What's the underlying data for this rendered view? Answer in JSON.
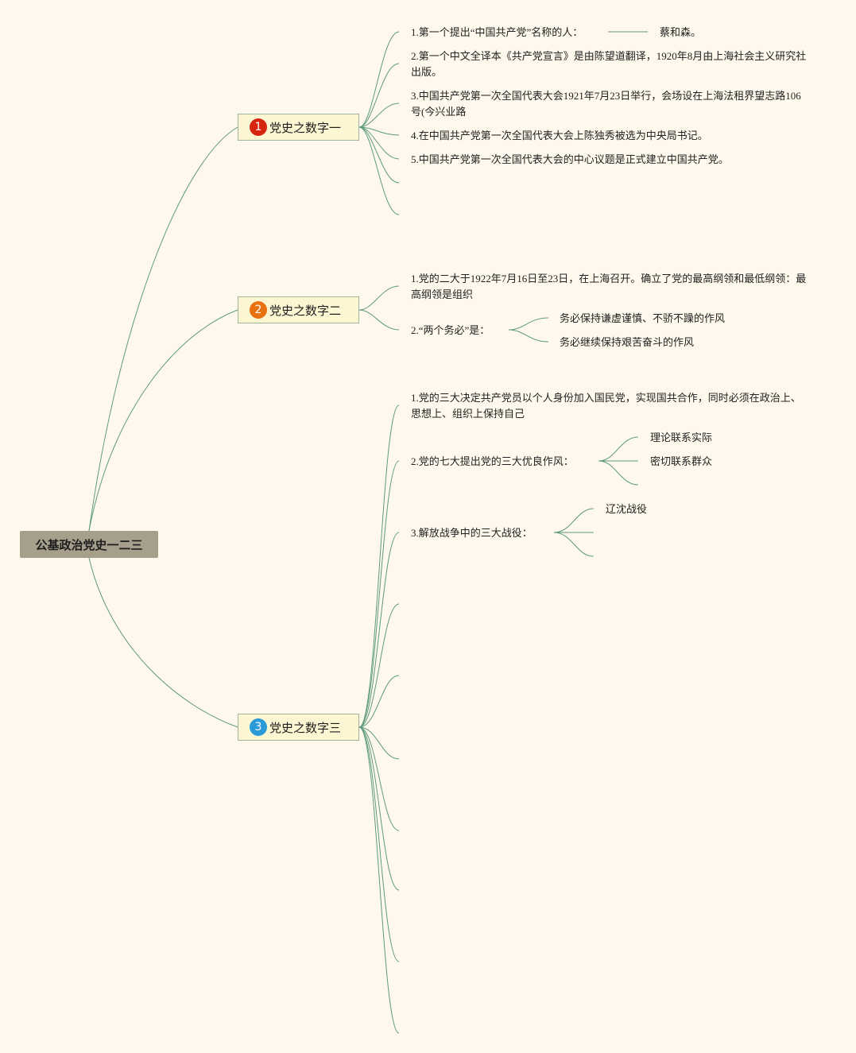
{
  "root": "公基政治党史一二三",
  "topics": [
    {
      "badge": "1",
      "label": "党史之数字一",
      "items": [
        "1.第一个提出“中国共产党”名称的人：",
        "2.第一个中文全译本《共产党宣言》是由陈望道翻译，1920年8月由上海社会主义研究社出版。",
        "3.中国共产党第一次全国代表大会1921年7月23日举行，会场设在上海法租界望志路106号(今兴业路",
        "4.在中国共产党第一次全国代表大会上陈独秀被选为中央局书记。",
        "5.中国共产党第一次全国代表大会的中心议题是正式建立中国共产党。"
      ],
      "answer": "蔡和森。"
    },
    {
      "badge": "2",
      "label": "党史之数字二",
      "items": [
        "1.党的二大于1922年7月16日至23日，在上海召开。确立了党的最高纲领和最低纲领：最高纲领是组织",
        "2.“两个务必”是："
      ],
      "sub": [
        "务必保持谦虚谨慎、不骄不躁的作风",
        "务必继续保持艰苦奋斗的作风"
      ]
    },
    {
      "badge": "3",
      "label": "党史之数字三",
      "items": [
        "1.党的三大决定共产党员以个人身份加入国民党，实现国共合作，同时必须在政治上、思想上、组织上保持自己",
        "2.党的七大提出党的三大优良作风：",
        "3.解放战争中的三大战役："
      ],
      "sub_styles": [
        "理论联系实际",
        "密切联系群众"
      ],
      "sub_battles": [
        "辽沈战役"
      ]
    }
  ],
  "colors": {
    "background": "#fef9ec",
    "link": "#5e9a7e",
    "root": "#a59f8b",
    "topic": "#fdf6d2"
  },
  "icons": [
    "number-1-icon",
    "number-2-icon",
    "number-3-icon"
  ]
}
